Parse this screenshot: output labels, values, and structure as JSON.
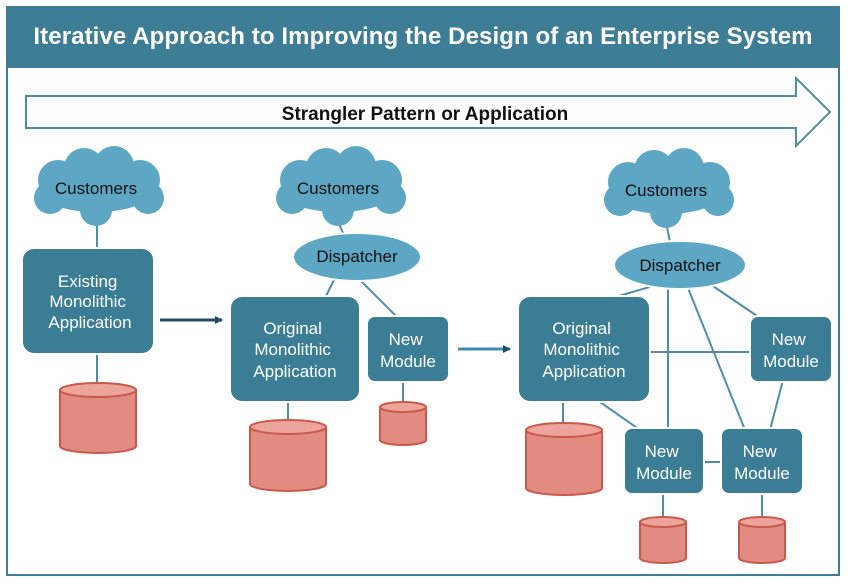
{
  "title": "Iterative Approach to Improving the Design of an Enterprise System",
  "arrow_label": "Strangler Pattern or Application",
  "colors": {
    "header": "#3d7d95",
    "box": "#3a7d95",
    "cloud": "#5da7c4",
    "database": "#e28b80",
    "database_stroke": "#c9584d",
    "connector": "#4d8ea6"
  },
  "stages": [
    {
      "customers": "Customers",
      "app": [
        "Existing",
        "Monolithic",
        "Application"
      ]
    },
    {
      "customers": "Customers",
      "dispatcher": "Dispatcher",
      "app": [
        "Original",
        "Monolithic",
        "Application"
      ],
      "modules": [
        [
          "New",
          "Module"
        ]
      ]
    },
    {
      "customers": "Customers",
      "dispatcher": "Dispatcher",
      "app": [
        "Original",
        "Monolithic",
        "Application"
      ],
      "modules": [
        [
          "New",
          "Module"
        ],
        [
          "New",
          "Module"
        ],
        [
          "New",
          "Module"
        ]
      ]
    }
  ]
}
